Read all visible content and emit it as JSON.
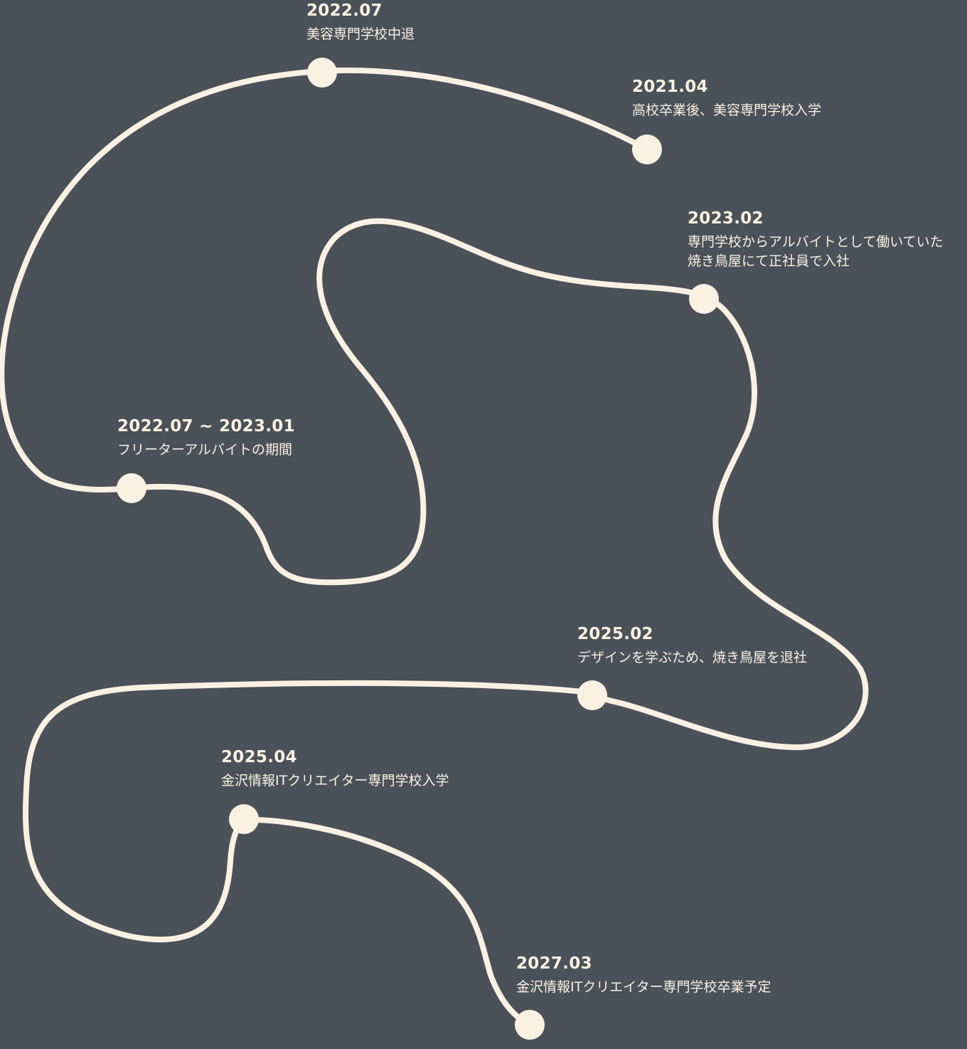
{
  "colors": {
    "background": "#4a5159",
    "line": "#fbf1e2",
    "text": "#fbf1e2"
  },
  "timeline": {
    "events": [
      {
        "date": "2021.04",
        "text": "高校卒業後、美容専門学校入学"
      },
      {
        "date": "2022.07",
        "text": "美容専門学校中退"
      },
      {
        "date": "2022.07 ~ 2023.01",
        "text": "フリーターアルバイトの期間"
      },
      {
        "date": "2023.02",
        "text": "専門学校からアルバイトとして働いていた\n焼き鳥屋にて正社員で入社"
      },
      {
        "date": "2025.02",
        "text": "デザインを学ぶため、焼き鳥屋を退社"
      },
      {
        "date": "2025.04",
        "text": "金沢情報ITクリエイター専門学校入学"
      },
      {
        "date": "2027.03",
        "text": "金沢情報ITクリエイター専門学校卒業予定"
      }
    ]
  }
}
